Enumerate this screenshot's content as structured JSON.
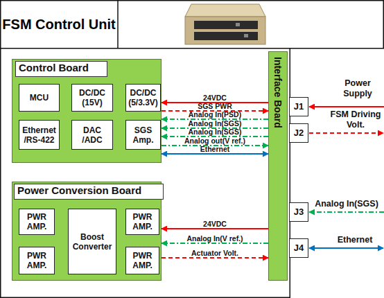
{
  "diagram": {
    "title": "FSM Control Unit",
    "nodes": [
      {
        "text": [
          "Control Board"
        ]
      },
      {
        "text": [
          "MCU"
        ],
        "in": 0
      },
      {
        "text": [
          "DC/DC (15V)"
        ],
        "in": 0
      },
      {
        "text": [
          "DC/DC (5/3.3V)"
        ],
        "in": 0
      },
      {
        "text": [
          "Ethernet /RS-422"
        ],
        "in": 0
      },
      {
        "text": [
          "DAC /ADC"
        ],
        "in": 0
      },
      {
        "text": [
          "SGS Amp."
        ],
        "in": 0
      },
      {
        "text": [
          "Power Conversion Board"
        ]
      },
      {
        "text": [
          "PWR AMP."
        ],
        "in": 7
      },
      {
        "text": [
          "Boost Converter"
        ],
        "in": 7
      },
      {
        "text": [
          "PWR AMP."
        ],
        "in": 7
      },
      {
        "text": [
          "PWR AMP."
        ],
        "in": 7
      },
      {
        "text": [
          "PWR AMP."
        ],
        "in": 7
      },
      {
        "text": [
          "Interface Board"
        ]
      },
      {
        "text": [
          "J1"
        ]
      },
      {
        "text": [
          "J2"
        ]
      },
      {
        "text": [
          "J3"
        ]
      },
      {
        "text": [
          "J4"
        ]
      }
    ],
    "edges": [
      {
        "from": 13,
        "to": 0,
        "arrow": "to",
        "label": "24VDC"
      },
      {
        "from": 0,
        "to": 13,
        "arrow": "to",
        "label": "SGS PWR"
      },
      {
        "from": 13,
        "to": 0,
        "arrow": "to",
        "label": "Analog In(PSD)"
      },
      {
        "from": 13,
        "to": 0,
        "arrow": "to",
        "label": "Analog In(SGS)"
      },
      {
        "from": 13,
        "to": 0,
        "arrow": "to",
        "label": "Analog In(SGS)"
      },
      {
        "from": 0,
        "to": 13,
        "arrow": "to",
        "label": "Analog out(V ref.)"
      },
      {
        "from": 0,
        "to": 13,
        "arrow": "both",
        "label": "Ethernet"
      },
      {
        "from": 13,
        "to": 7,
        "arrow": "to",
        "label": "24VDC"
      },
      {
        "from": 13,
        "to": 7,
        "arrow": "to",
        "label": "Analog In(V ref.)"
      },
      {
        "from": 7,
        "to": 13,
        "arrow": "to",
        "label": "Actuator Volt."
      }
    ],
    "labels": [
      "Power Supply",
      "FSM Driving Volt.",
      "Analog In(SGS)",
      "Ethernet"
    ]
  }
}
